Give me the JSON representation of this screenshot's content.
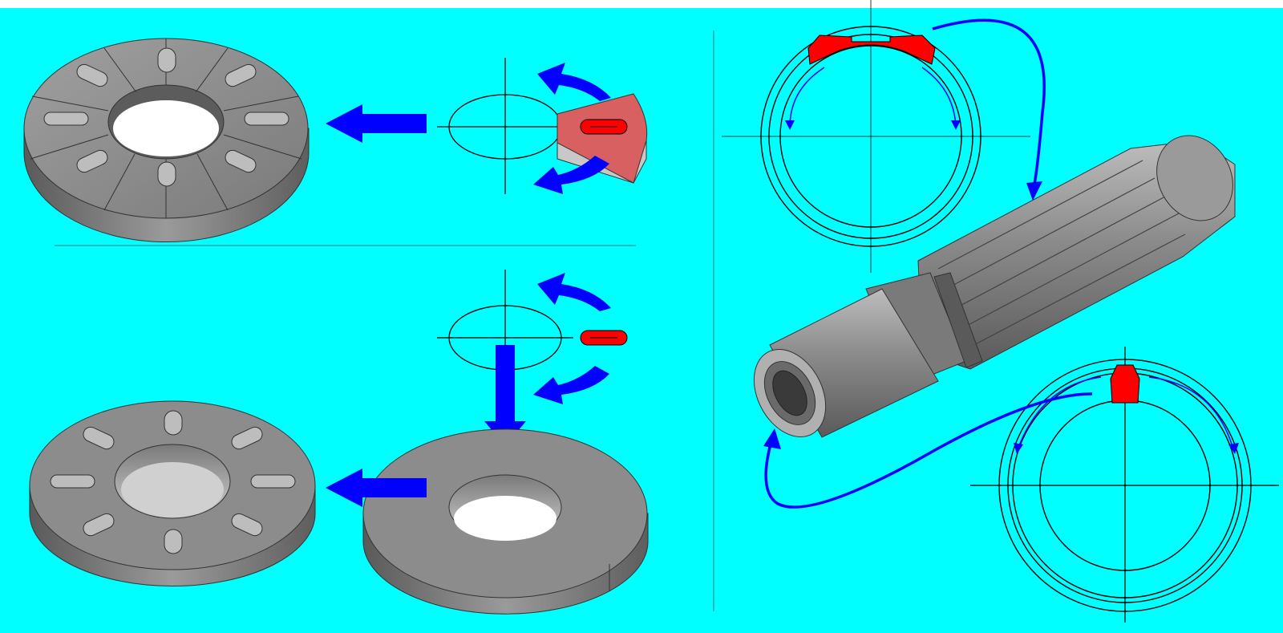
{
  "colors": {
    "background": "#00ffff",
    "border": "#ffffff",
    "part_face": "#8c8c8c",
    "part_side": "#6e6e6e",
    "part_highlight": "#c8c8c8",
    "feature_red": "#ff0000",
    "feature_red_light": "#d96060",
    "arrow_blue": "#0000ff",
    "line_black": "#000000",
    "divider": "#3a6f7f"
  },
  "panels": {
    "top_left": {
      "description_icon": "circular-pattern-icon",
      "pattern_count": 8
    },
    "bottom_left": {
      "description_icon": "pattern-on-face-icon",
      "pattern_count": 8
    },
    "right": {
      "description_icon": "shaft-spline-pattern-icon",
      "spline_count": 9
    }
  },
  "icons": [
    "rotate-arrow-icon",
    "flow-arrow-icon",
    "slot-feature-icon",
    "axis-crosshair-icon"
  ]
}
